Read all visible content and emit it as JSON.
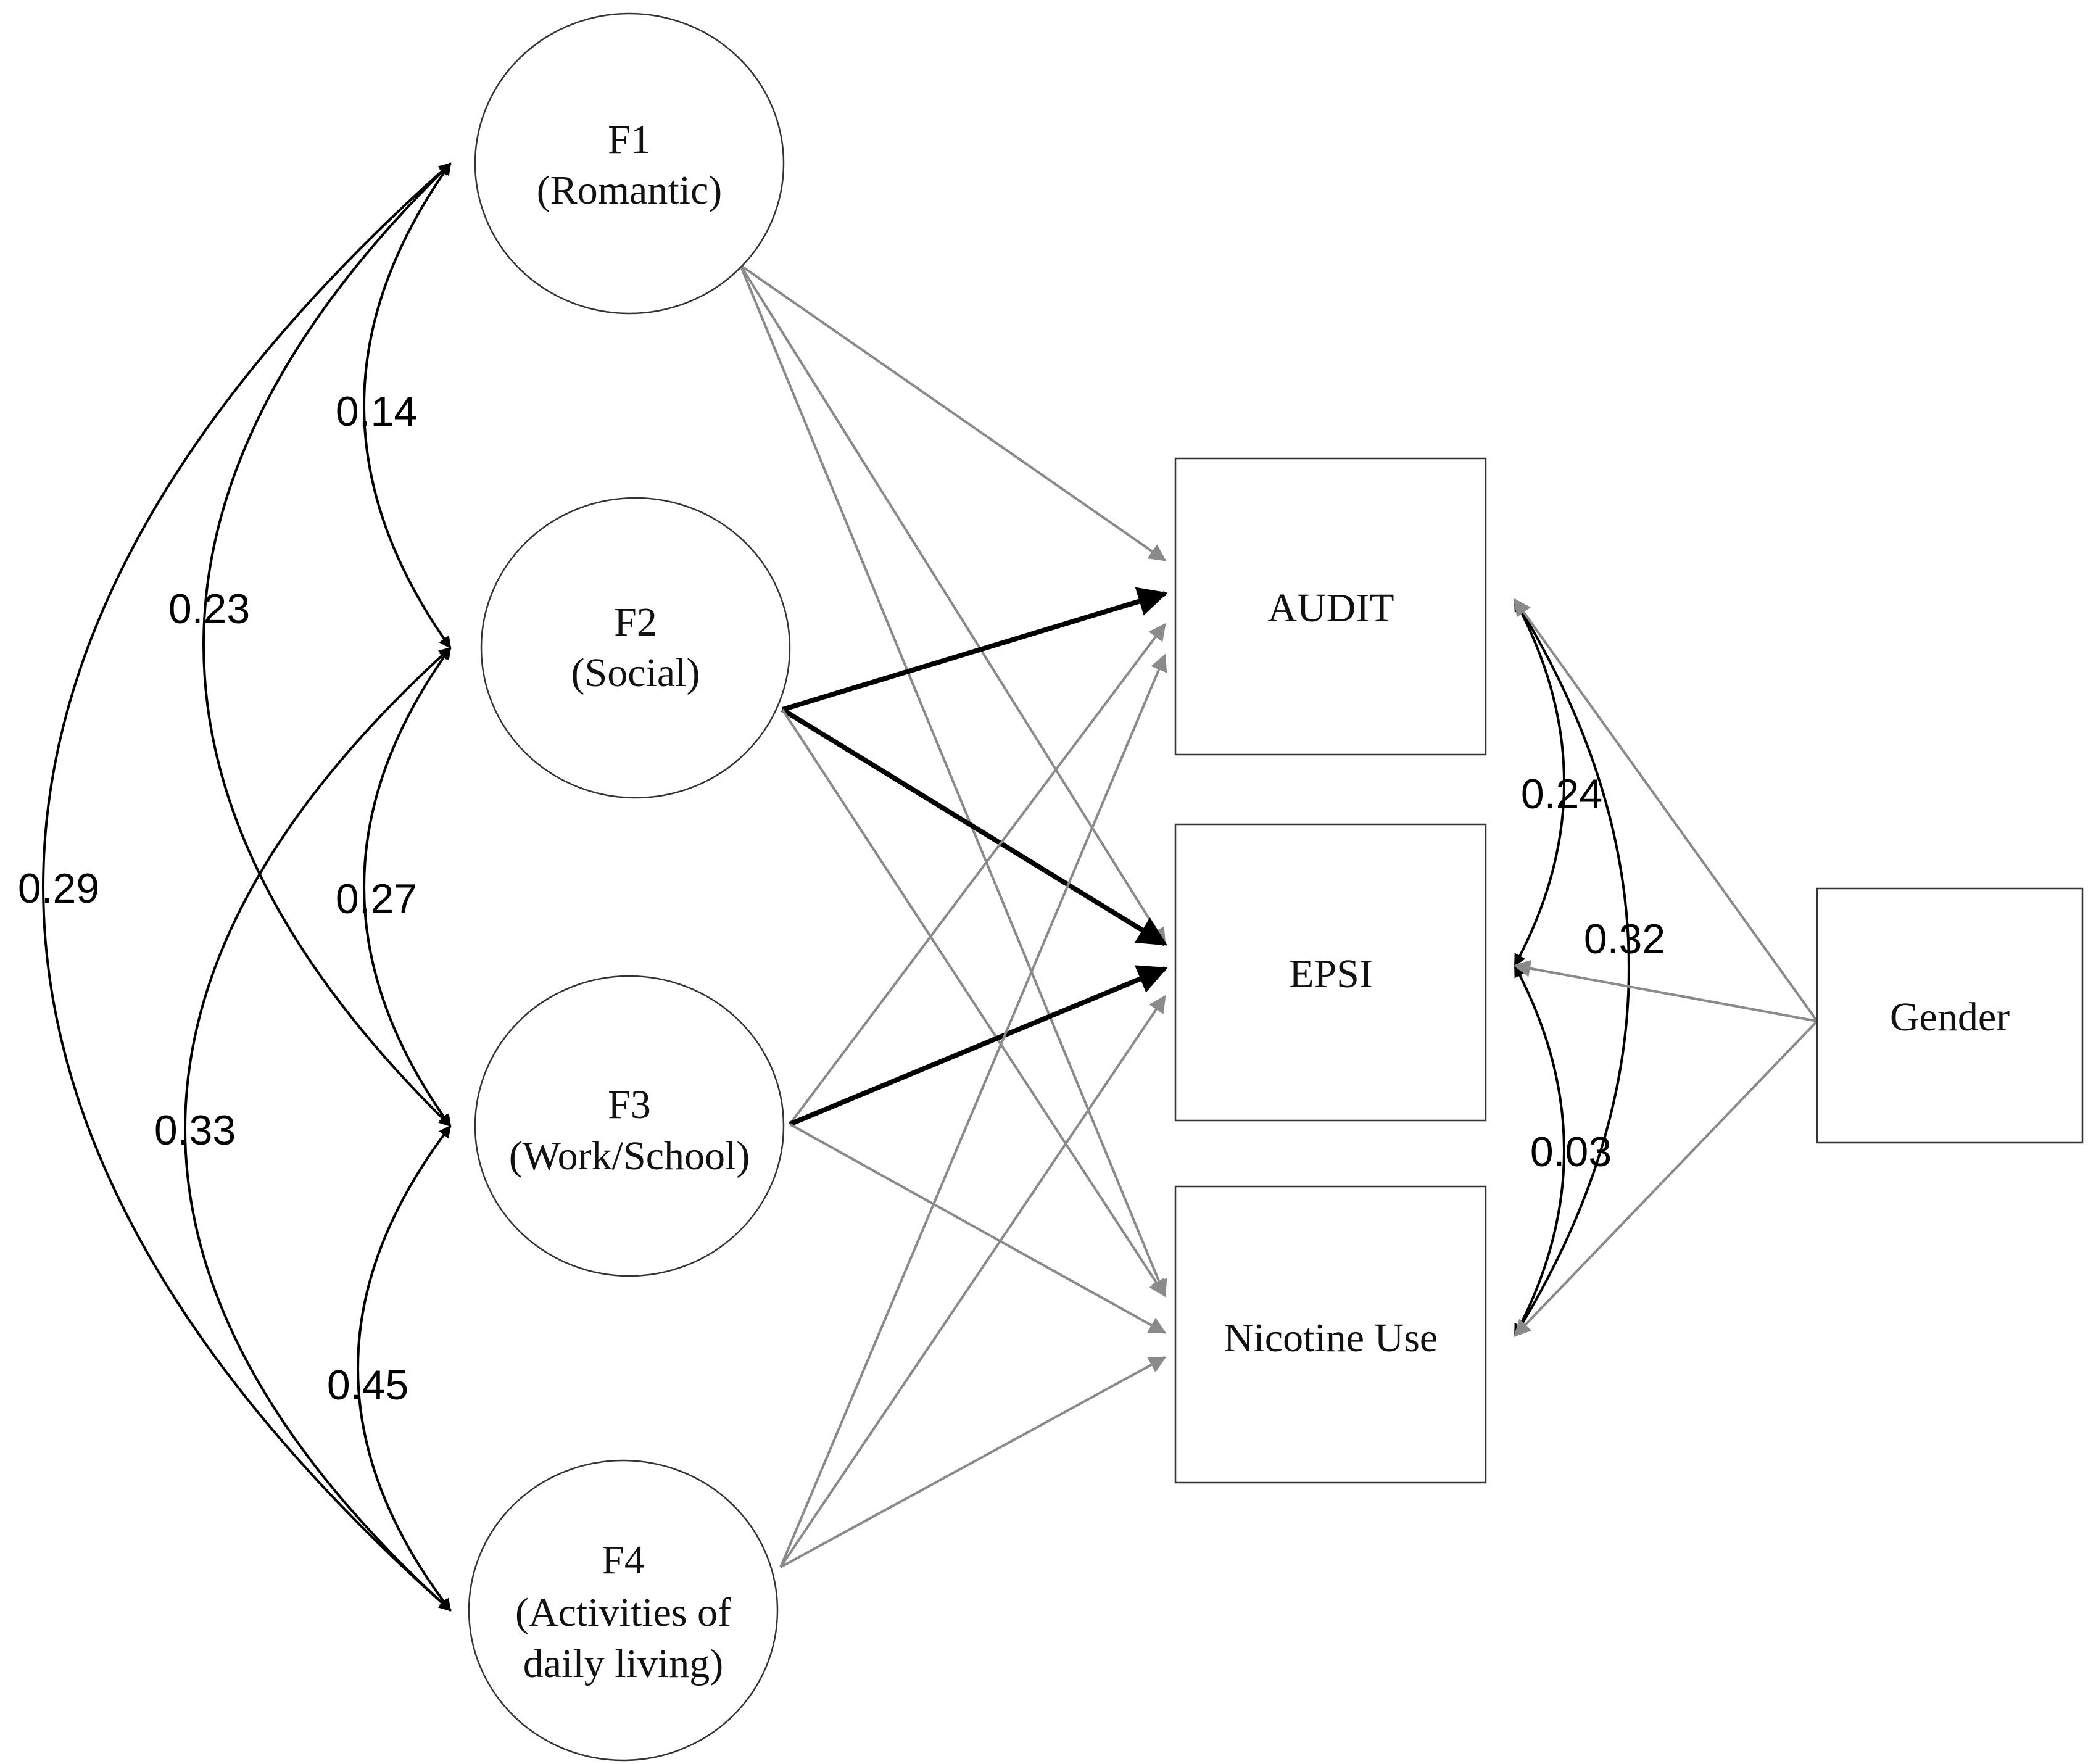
{
  "colors": {
    "nonsignificant_path": "#8a8a8a",
    "significant_path": "#000000",
    "covariance": "#000000",
    "node_outline": "#333333",
    "background": "#ffffff"
  },
  "factors": [
    {
      "id": "F1",
      "label": "F1",
      "sublabel": [
        "(Romantic)"
      ]
    },
    {
      "id": "F2",
      "label": "F2",
      "sublabel": [
        "(Social)"
      ]
    },
    {
      "id": "F3",
      "label": "F3",
      "sublabel": [
        "(Work/School)"
      ]
    },
    {
      "id": "F4",
      "label": "F4",
      "sublabel": [
        "(Activities of",
        "daily living)"
      ]
    }
  ],
  "outcomes": [
    {
      "id": "AUDIT",
      "label": "AUDIT"
    },
    {
      "id": "EPSI",
      "label": "EPSI"
    },
    {
      "id": "NIC",
      "label": "Nicotine Use"
    }
  ],
  "covariate": {
    "id": "GENDER",
    "label": "Gender"
  },
  "factor_covariances": [
    {
      "from": "F1",
      "to": "F2",
      "value": "0.14"
    },
    {
      "from": "F2",
      "to": "F3",
      "value": "0.27"
    },
    {
      "from": "F3",
      "to": "F4",
      "value": "0.45"
    },
    {
      "from": "F1",
      "to": "F3",
      "value": "0.23"
    },
    {
      "from": "F2",
      "to": "F4",
      "value": "0.33"
    },
    {
      "from": "F1",
      "to": "F4",
      "value": "0.29"
    }
  ],
  "outcome_covariances": [
    {
      "from": "AUDIT",
      "to": "EPSI",
      "value": "0.24"
    },
    {
      "from": "EPSI",
      "to": "NIC",
      "value": "0.03"
    },
    {
      "from": "AUDIT",
      "to": "NIC",
      "value": "0.32"
    }
  ],
  "paths": [
    {
      "from": "F1",
      "to": "AUDIT",
      "significant": false
    },
    {
      "from": "F1",
      "to": "EPSI",
      "significant": false
    },
    {
      "from": "F1",
      "to": "NIC",
      "significant": false
    },
    {
      "from": "F2",
      "to": "AUDIT",
      "significant": true
    },
    {
      "from": "F2",
      "to": "EPSI",
      "significant": true
    },
    {
      "from": "F2",
      "to": "NIC",
      "significant": false
    },
    {
      "from": "F3",
      "to": "AUDIT",
      "significant": false
    },
    {
      "from": "F3",
      "to": "EPSI",
      "significant": true
    },
    {
      "from": "F3",
      "to": "NIC",
      "significant": false
    },
    {
      "from": "F4",
      "to": "AUDIT",
      "significant": false
    },
    {
      "from": "F4",
      "to": "EPSI",
      "significant": false
    },
    {
      "from": "F4",
      "to": "NIC",
      "significant": false
    },
    {
      "from": "GENDER",
      "to": "AUDIT",
      "significant": false
    },
    {
      "from": "GENDER",
      "to": "EPSI",
      "significant": false
    },
    {
      "from": "GENDER",
      "to": "NIC",
      "significant": false
    }
  ]
}
